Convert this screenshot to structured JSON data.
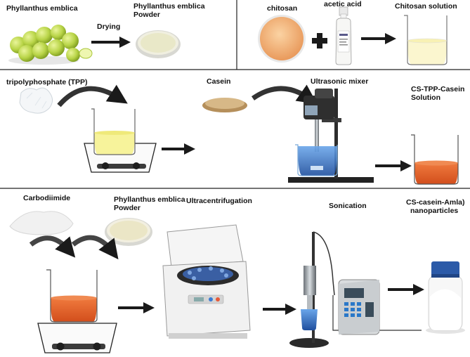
{
  "row1": {
    "phyllanthus_emblica": "Phyllanthus emblica",
    "drying": "Drying",
    "phyllanthus_powder_line1": "Phyllanthus emblica",
    "phyllanthus_powder_line2": "Powder",
    "chitosan": "chitosan",
    "acetic_acid": "acetic acid",
    "chitosan_solution": "Chitosan solution"
  },
  "row2": {
    "tpp": "tripolyphosphate (TPP)",
    "casein": "Casein",
    "ultrasonic_mixer": "Ultrasonic mixer",
    "cs_tpp_casein_line1": "CS-TPP-Casein",
    "cs_tpp_casein_line2": "Solution"
  },
  "row3": {
    "carbodiimide": "Carbodiimide",
    "phyllanthus_powder_line1": "Phyllanthus emblica",
    "phyllanthus_powder_line2": "Powder",
    "ultracentrifugation": "Ultracentrifugation",
    "sonication": "Sonication",
    "nanoparticles_line1": "CS-casein-Amla)",
    "nanoparticles_line2": "nanoparticles"
  },
  "colors": {
    "frame": "#222222",
    "arrow": "#1a1a1a",
    "orange_solution": "#e2602a",
    "blue_liquid": "#3d7fd0",
    "yellow_solution": "#f4ef9a",
    "powder_tan": "#c9a877",
    "chitosan_powder": "#f1b27a",
    "amla_green": "#b7d44a"
  }
}
